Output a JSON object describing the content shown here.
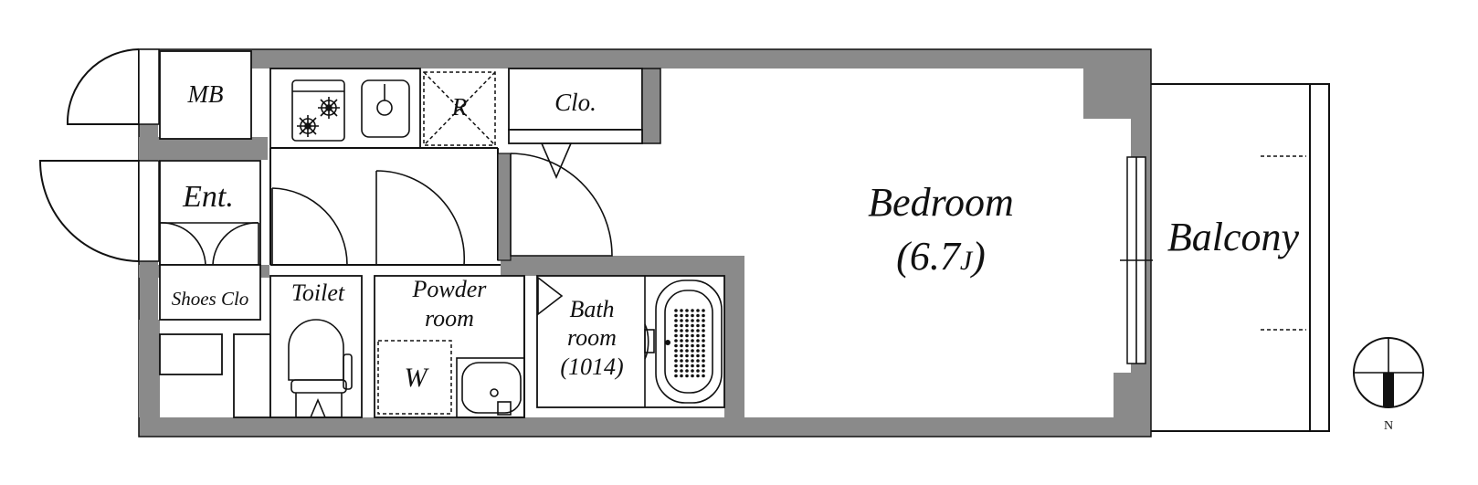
{
  "labels": {
    "mb": "MB",
    "entrance": "Ent.",
    "shoes_closet": "Shoes Clo",
    "refrigerator": "R",
    "closet": "Clo.",
    "toilet": "Toilet",
    "powder_room_line1": "Powder",
    "powder_room_line2": "room",
    "washer": "W",
    "bath_line1": "Bath",
    "bath_line2": "room",
    "bath_line3": "(1014)",
    "bedroom": "Bedroom",
    "bedroom_size_number": "(6.7",
    "bedroom_size_unit": "J",
    "bedroom_size_close": ")",
    "balcony": "Balcony",
    "compass_north": "N"
  },
  "colors": {
    "wall": "#8a8a8a",
    "line": "#111111",
    "floor": "#ffffff"
  },
  "icons": [
    "gas-stove-icon",
    "kitchen-sink-icon",
    "toilet-icon",
    "washbasin-icon",
    "bathtub-icon",
    "compass-icon"
  ]
}
